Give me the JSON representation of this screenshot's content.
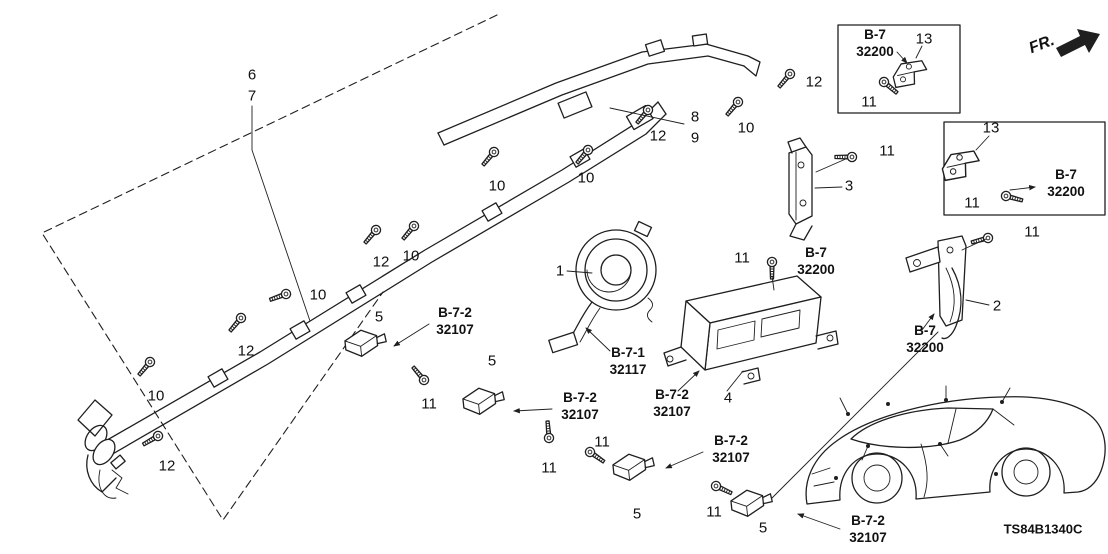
{
  "meta": {
    "diagram_code": "TS84B1340C",
    "fr_label": "FR."
  },
  "colors": {
    "line": "#1f1f1f",
    "text": "#111111",
    "bg": "#ffffff"
  },
  "nums": {
    "n1": "1",
    "n2": "2",
    "n3": "3",
    "n4": "4",
    "n5": "5",
    "n6": "6",
    "n7": "7",
    "n8": "8",
    "n9": "9",
    "n10": "10",
    "n11": "11",
    "n12": "12",
    "n13": "13"
  },
  "refs": {
    "b7": "B-7",
    "b71": "B-7-1",
    "b72": "B-7-2",
    "p32200": "32200",
    "p32117": "32117",
    "p32107": "32107"
  }
}
